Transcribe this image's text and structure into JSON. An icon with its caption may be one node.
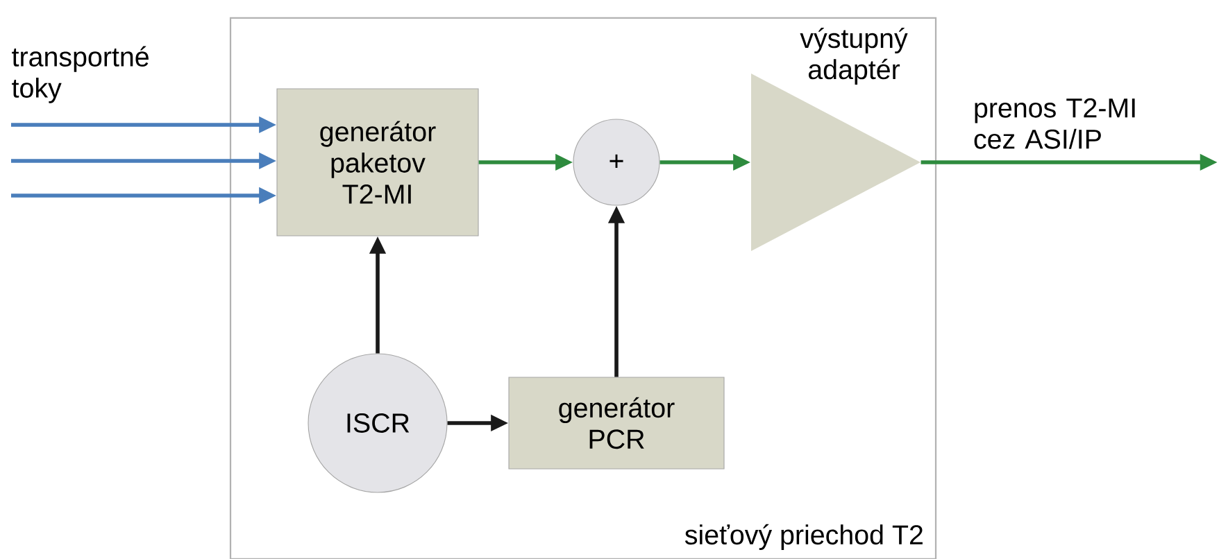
{
  "diagram": {
    "nodes": [
      {
        "text": [
          "sieťový priechod T2"
        ]
      },
      {
        "text": [
          "generátor paketov T2-MI"
        ],
        "in": 0
      },
      {
        "text": [
          "+"
        ],
        "in": 0
      },
      {
        "text": [
          "výstupný adaptér"
        ],
        "in": 0
      },
      {
        "text": [
          "ISCR"
        ],
        "in": 0
      },
      {
        "text": [
          "generátor PCR"
        ],
        "in": 0
      }
    ],
    "edges": [
      {
        "from": null,
        "to": 1,
        "arrow": "to",
        "color": "#4a7ebb"
      },
      {
        "from": null,
        "to": 1,
        "arrow": "to",
        "color": "#4a7ebb"
      },
      {
        "from": null,
        "to": 1,
        "arrow": "to",
        "color": "#4a7ebb"
      },
      {
        "from": 1,
        "to": 2,
        "arrow": "to",
        "color": "#2e8b3e"
      },
      {
        "from": 2,
        "to": 3,
        "arrow": "to",
        "color": "#2e8b3e"
      },
      {
        "from": 3,
        "to": null,
        "arrow": "to",
        "color": "#2e8b3e",
        "label": "prenos T2-MI cez ASI/IP"
      },
      {
        "from": 4,
        "to": 1,
        "arrow": "to",
        "color": "#1a1a1a"
      },
      {
        "from": 4,
        "to": 5,
        "arrow": "to",
        "color": "#1a1a1a"
      },
      {
        "from": 5,
        "to": 2,
        "arrow": "to",
        "color": "#1a1a1a"
      }
    ],
    "labels": [
      "transportné toky"
    ]
  }
}
